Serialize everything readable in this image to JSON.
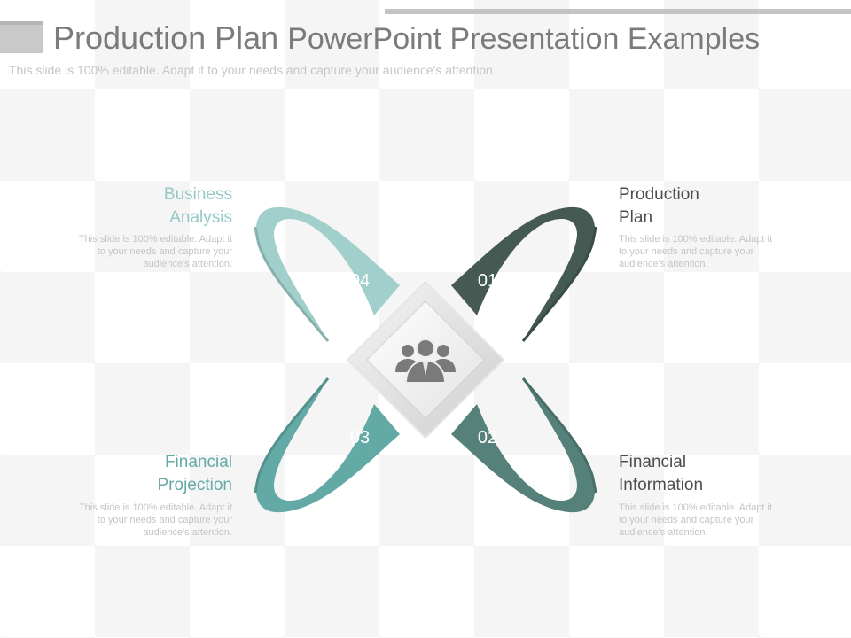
{
  "title": {
    "part1": "Production Plan",
    "part2": "PowerPoint Presentation Examples"
  },
  "subtitle": "This slide is 100% editable. Adapt it to your needs and capture your audience's attention.",
  "center_icon": "people-group-icon",
  "steps": [
    {
      "number": "01",
      "label_line1": "Production",
      "label_line2": "Plan",
      "desc_line1": "This slide is 100% editable. Adapt it",
      "desc_line2": "to your needs and capture your",
      "desc_line3": "audience's attention.",
      "color": "#445a52",
      "label_color": "#4d4d4d"
    },
    {
      "number": "02",
      "label_line1": "Financial",
      "label_line2": "Information",
      "desc_line1": "This slide is 100% editable. Adapt it",
      "desc_line2": "to your needs and capture your",
      "desc_line3": "audience's attention.",
      "color": "#55817a",
      "label_color": "#4d4d4d"
    },
    {
      "number": "03",
      "label_line1": "Financial",
      "label_line2": "Projection",
      "desc_line1": "This slide is 100% editable. Adapt it",
      "desc_line2": "to your needs and capture your",
      "desc_line3": "audience's attention.",
      "color": "#63aaa6",
      "label_color": "#63aaa6"
    },
    {
      "number": "04",
      "label_line1": "Business",
      "label_line2": "Analysis",
      "desc_line1": "This slide is 100% editable. Adapt it",
      "desc_line2": "to your needs and capture your",
      "desc_line3": "audience's attention.",
      "color": "#a0cfcc",
      "label_color": "#94c8c6"
    }
  ]
}
